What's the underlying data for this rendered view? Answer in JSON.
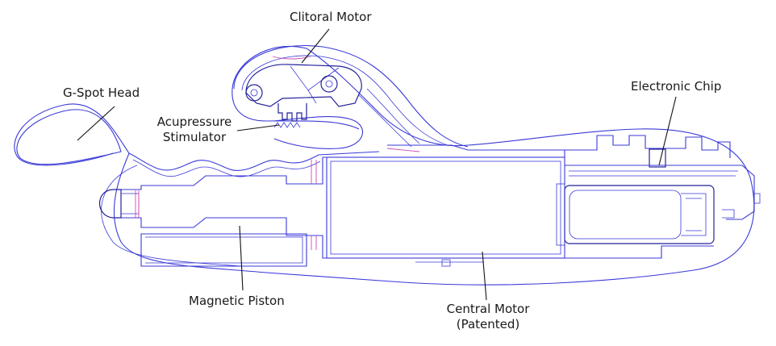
{
  "labels": {
    "clitoral_motor": "Clitoral Motor",
    "g_spot_head": "G-Spot Head",
    "electronic_chip": "Electronic Chip",
    "acupressure_line1": "Acupressure",
    "acupressure_line2": "Stimulator",
    "magnetic_piston": "Magnetic Piston",
    "central_motor_line1": "Central Motor",
    "central_motor_line2": "(Patented)"
  },
  "colors": {
    "outline": "#3a3ad8",
    "accent": "#d04ab0",
    "leader": "#111111",
    "text": "#1a1a1a",
    "background": "#ffffff"
  }
}
